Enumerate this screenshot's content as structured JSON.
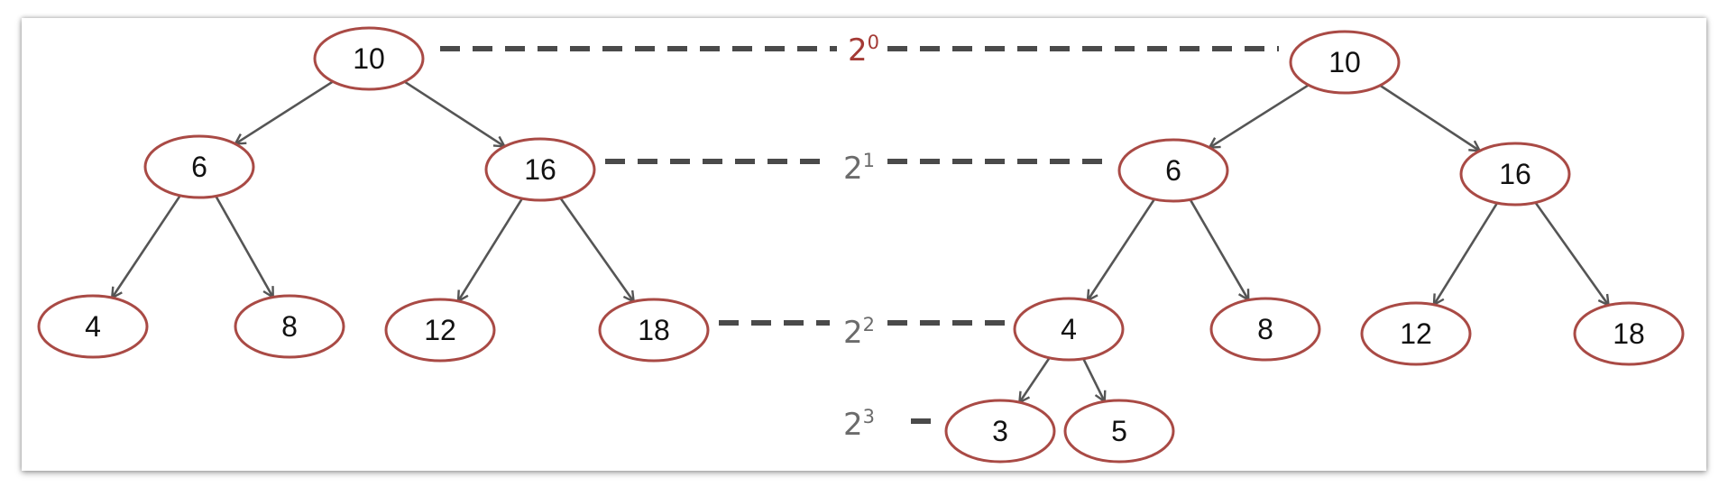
{
  "colors": {
    "node_stroke": "#a94a45",
    "edge": "#555555",
    "dash": "#4a4a4a",
    "level_accent": "#a43a35",
    "level_text": "#6b6b6b"
  },
  "levels": [
    {
      "id": "l0",
      "base": "2",
      "exp": "0",
      "accent": true
    },
    {
      "id": "l1",
      "base": "2",
      "exp": "1",
      "accent": false
    },
    {
      "id": "l2",
      "base": "2",
      "exp": "2",
      "accent": false
    },
    {
      "id": "l3",
      "base": "2",
      "exp": "3",
      "accent": false
    }
  ],
  "trees": [
    {
      "id": "left-tree",
      "nodes": [
        {
          "id": "a10",
          "label": "10"
        },
        {
          "id": "a6",
          "label": "6"
        },
        {
          "id": "a16",
          "label": "16"
        },
        {
          "id": "a4",
          "label": "4"
        },
        {
          "id": "a8",
          "label": "8"
        },
        {
          "id": "a12",
          "label": "12"
        },
        {
          "id": "a18",
          "label": "18"
        }
      ],
      "edges": [
        [
          "a10",
          "a6"
        ],
        [
          "a10",
          "a16"
        ],
        [
          "a6",
          "a4"
        ],
        [
          "a6",
          "a8"
        ],
        [
          "a16",
          "a12"
        ],
        [
          "a16",
          "a18"
        ]
      ]
    },
    {
      "id": "right-tree",
      "nodes": [
        {
          "id": "b10",
          "label": "10"
        },
        {
          "id": "b6",
          "label": "6"
        },
        {
          "id": "b16",
          "label": "16"
        },
        {
          "id": "b4",
          "label": "4"
        },
        {
          "id": "b8",
          "label": "8"
        },
        {
          "id": "b12",
          "label": "12"
        },
        {
          "id": "b18",
          "label": "18"
        },
        {
          "id": "b3",
          "label": "3"
        },
        {
          "id": "b5",
          "label": "5"
        }
      ],
      "edges": [
        [
          "b10",
          "b6"
        ],
        [
          "b10",
          "b16"
        ],
        [
          "b6",
          "b4"
        ],
        [
          "b6",
          "b8"
        ],
        [
          "b16",
          "b12"
        ],
        [
          "b16",
          "b18"
        ],
        [
          "b4",
          "b3"
        ],
        [
          "b4",
          "b5"
        ]
      ]
    }
  ]
}
